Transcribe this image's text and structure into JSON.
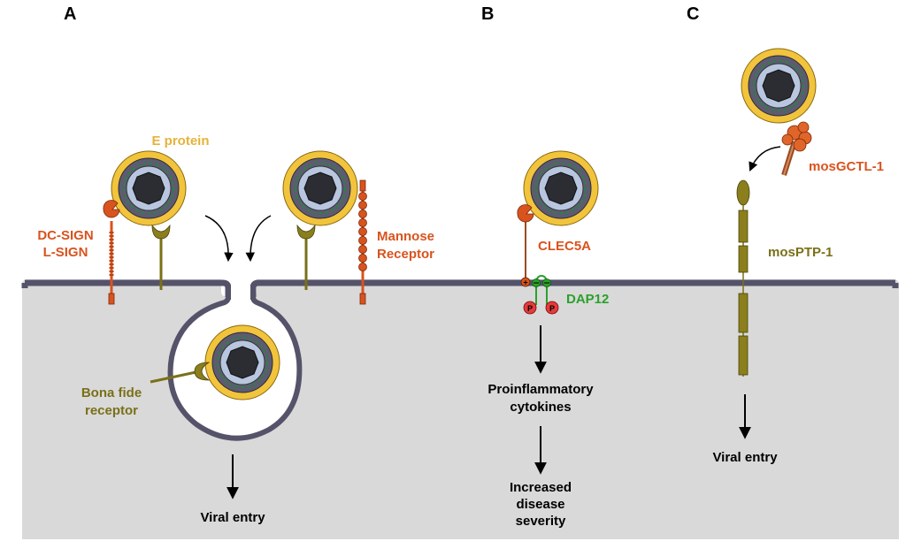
{
  "panels": {
    "a": "A",
    "b": "B",
    "c": "C"
  },
  "labels": {
    "e_protein": "E protein",
    "dc_sign": "DC-SIGN",
    "l_sign": "L-SIGN",
    "mannose_1": "Mannose",
    "mannose_2": "Receptor",
    "bona_1": "Bona fide",
    "bona_2": "receptor",
    "viral_entry_a": "Viral entry",
    "clec5a": "CLEC5A",
    "dap12": "DAP12",
    "proinflam_1": "Proinflammatory",
    "proinflam_2": "cytokines",
    "severity_1": "Increased",
    "severity_2": "disease",
    "severity_3": "severity",
    "mosgctl": "mosGCTL-1",
    "mosptp": "mosPTP-1",
    "viral_entry_c": "Viral entry",
    "phospho": "P"
  },
  "colors": {
    "membrane": "#55536a",
    "cytoplasm": "#d9d9d9",
    "lectin_orange": "#d9531e",
    "e_protein_yellow": "#f2c43c",
    "receptor_olive": "#7a7018",
    "dap12_green": "#2aa12a",
    "phospho_red": "#e53b3b"
  }
}
